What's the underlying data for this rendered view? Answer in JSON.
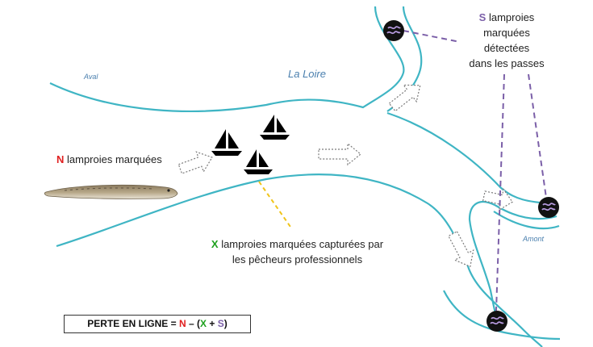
{
  "labels": {
    "aval": "Aval",
    "river": "La Loire",
    "amont": "Amont"
  },
  "n_label": {
    "var": "N",
    "text": " lamproies marquées"
  },
  "x_label": {
    "var": "X",
    "text_1": " lamproies marquées capturées par",
    "text_2": "les pêcheurs professionnels"
  },
  "s_label": {
    "var": "S",
    "text_1": " lamproies",
    "text_2": "marquées",
    "text_3": "détectées",
    "text_4": "dans les passes"
  },
  "formula": {
    "prefix": "PERTE EN LIGNE = ",
    "n": "N",
    "op": " – (",
    "x": "X",
    "plus": " + ",
    "s": "S",
    "close": ")"
  },
  "icons": [
    "boat-icon",
    "lamprey-image",
    "detector-icon",
    "migration-arrow-icon"
  ],
  "colors": {
    "river": "#3fb5c4",
    "n_var": "#e02020",
    "x_var": "#1ea11e",
    "s_var": "#7b5fa8",
    "capture_line": "#f0c419",
    "detection_line": "#7b5fa8"
  }
}
